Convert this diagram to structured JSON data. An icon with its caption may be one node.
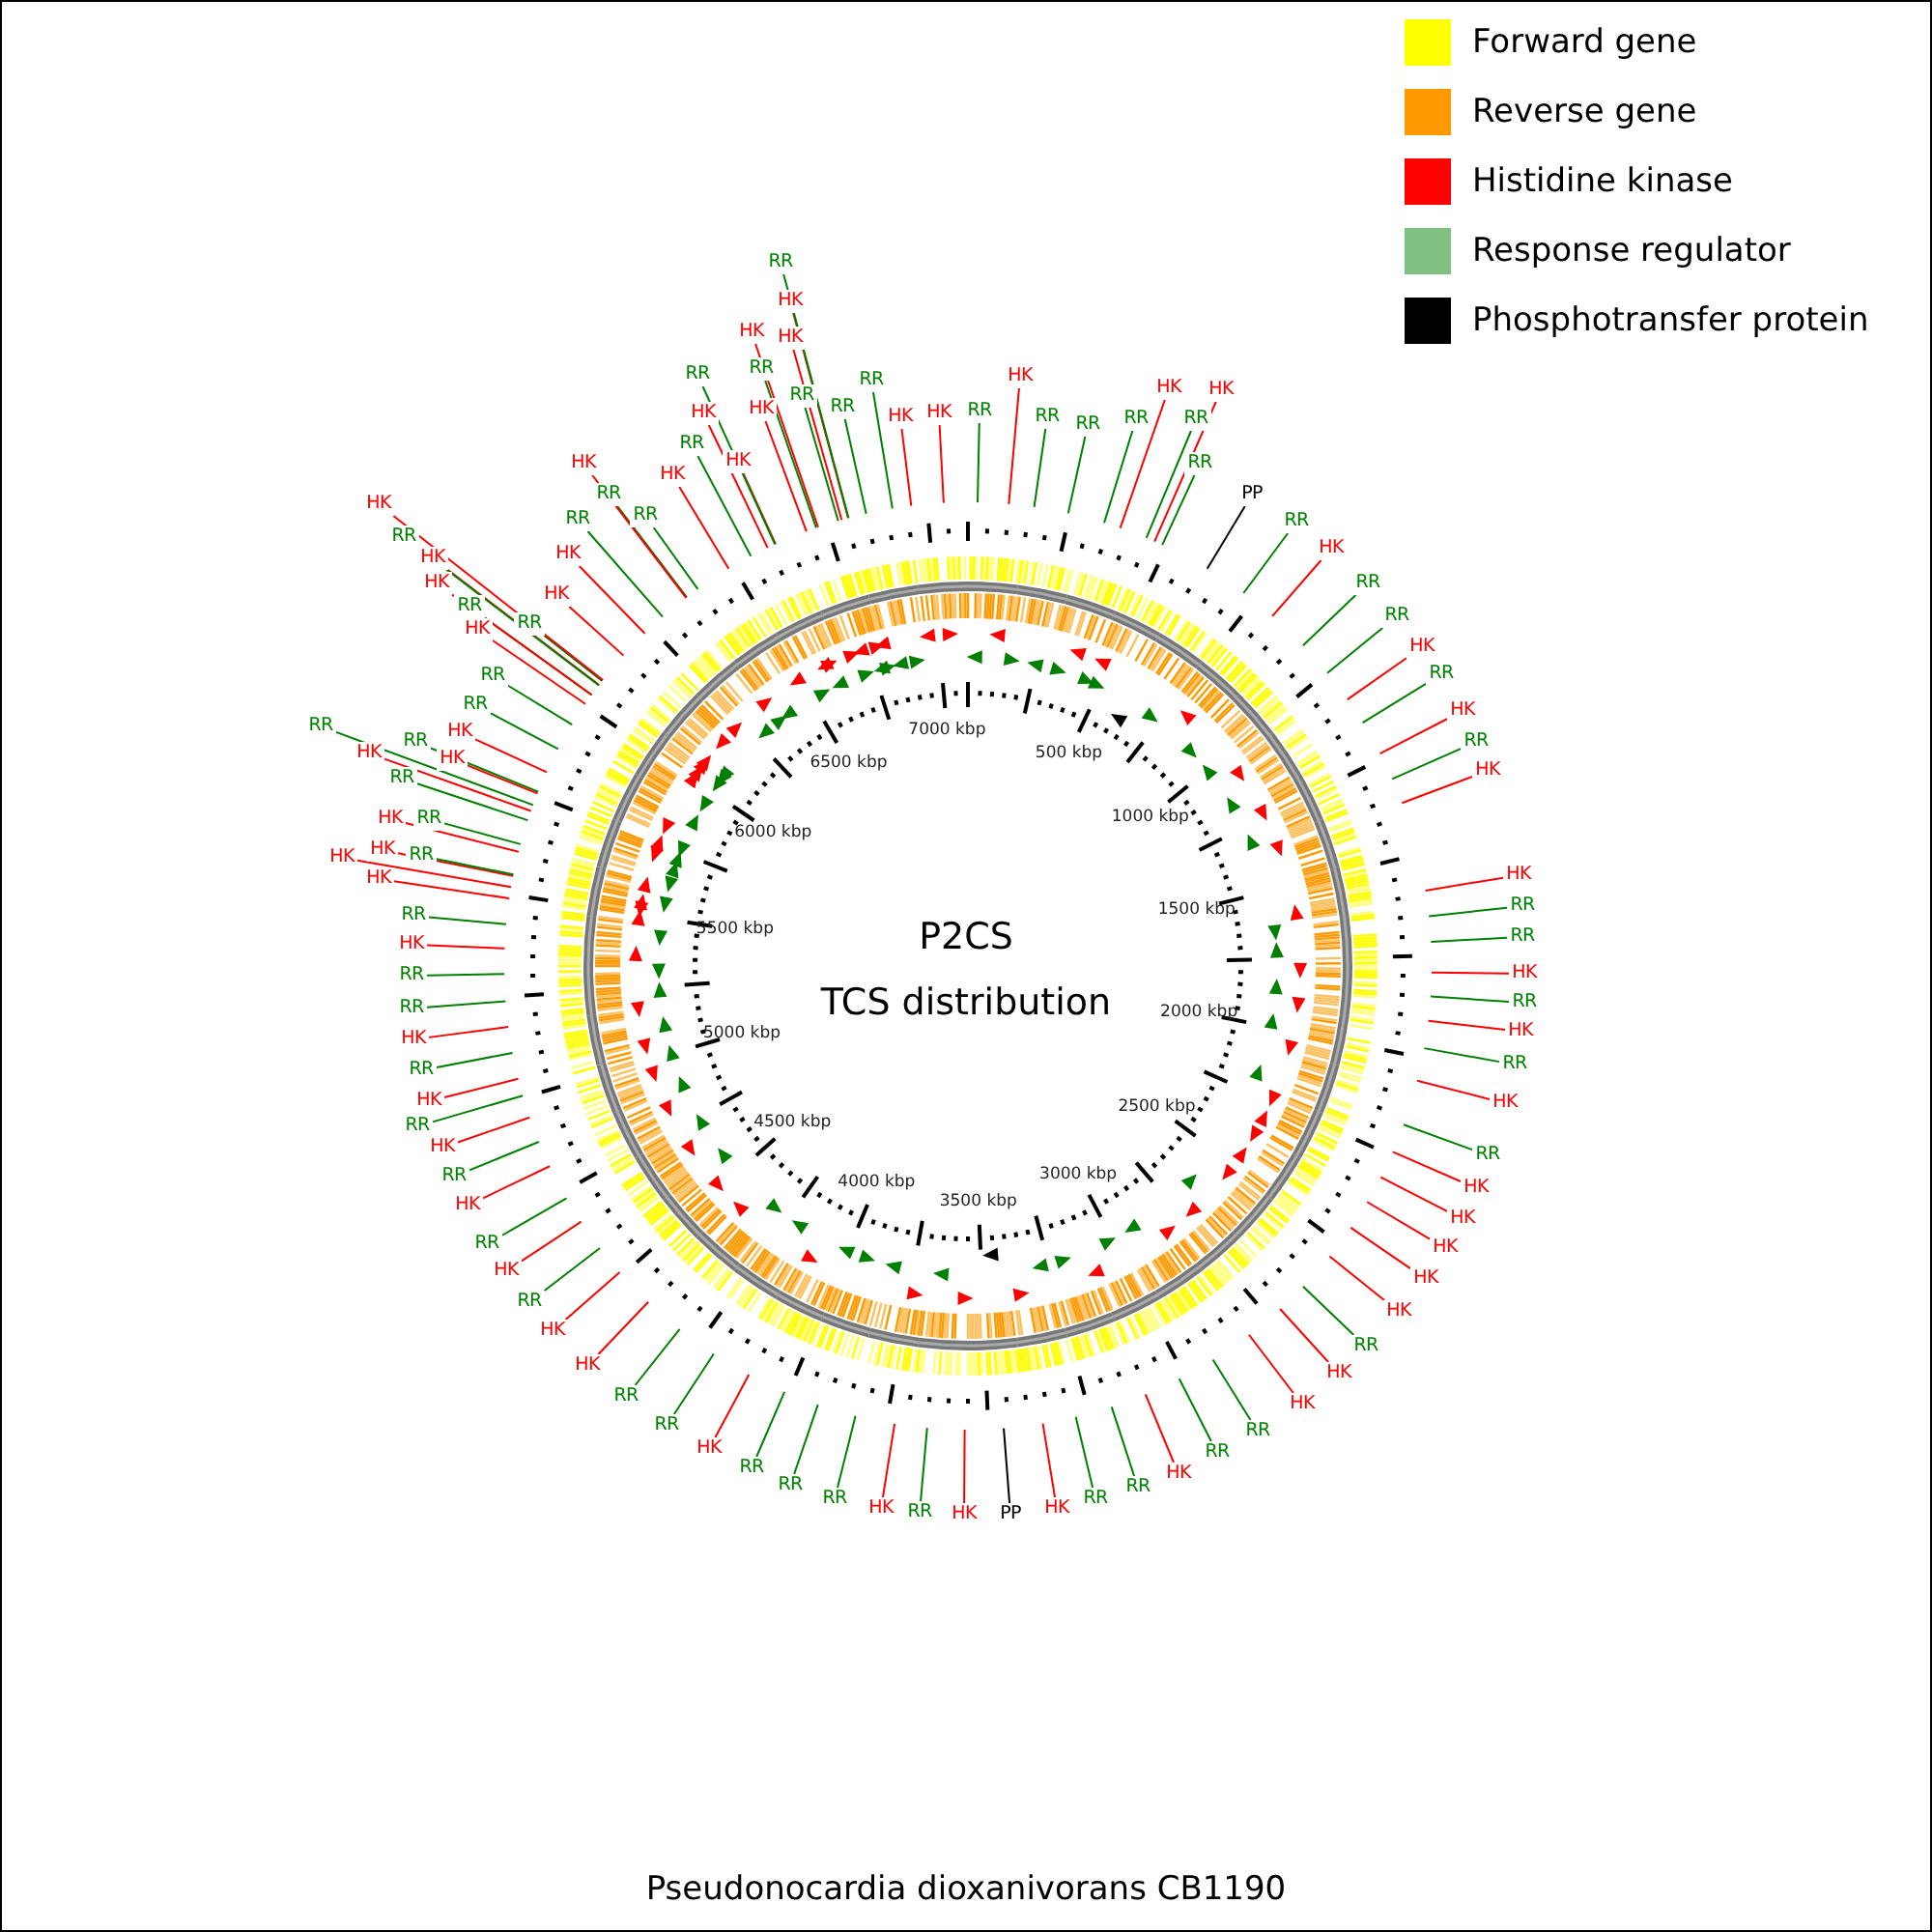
{
  "diagram": {
    "caption": "Pseudonocardia dioxanivorans CB1190",
    "nodes": [
      {
        "text": [
          "HK"
        ]
      },
      {
        "text": [
          "RR"
        ]
      },
      {
        "text": [
          "RR"
        ]
      },
      {
        "text": [
          "RR"
        ]
      },
      {
        "text": [
          "HK"
        ]
      },
      {
        "text": [
          "RR"
        ]
      },
      {
        "text": [
          "HK"
        ]
      },
      {
        "text": [
          "RR"
        ]
      },
      {
        "text": [
          "PP"
        ]
      },
      {
        "text": [
          "RR"
        ]
      },
      {
        "text": [
          "HK"
        ]
      },
      {
        "text": [
          "RR"
        ]
      },
      {
        "text": [
          "RR"
        ]
      },
      {
        "text": [
          "HK"
        ]
      },
      {
        "text": [
          "RR"
        ]
      },
      {
        "text": [
          "HK"
        ]
      },
      {
        "text": [
          "RR"
        ]
      },
      {
        "text": [
          "HK"
        ]
      },
      {
        "text": [
          "HK"
        ]
      },
      {
        "text": [
          "RR"
        ]
      },
      {
        "text": [
          "RR"
        ]
      },
      {
        "text": [
          "HK"
        ]
      },
      {
        "text": [
          "RR"
        ]
      },
      {
        "text": [
          "HK"
        ]
      },
      {
        "text": [
          "RR"
        ]
      },
      {
        "text": [
          "HK"
        ]
      },
      {
        "text": [
          "RR"
        ]
      },
      {
        "text": [
          "HK"
        ]
      },
      {
        "text": [
          "HK"
        ]
      },
      {
        "text": [
          "HK"
        ]
      },
      {
        "text": [
          "HK"
        ]
      },
      {
        "text": [
          "HK"
        ]
      },
      {
        "text": [
          "RR"
        ]
      },
      {
        "text": [
          "HK"
        ]
      },
      {
        "text": [
          "HK"
        ]
      },
      {
        "text": [
          "RR"
        ]
      },
      {
        "text": [
          "RR"
        ]
      },
      {
        "text": [
          "HK"
        ]
      },
      {
        "text": [
          "RR"
        ]
      },
      {
        "text": [
          "RR"
        ]
      },
      {
        "text": [
          "HK"
        ]
      },
      {
        "text": [
          "PP"
        ]
      },
      {
        "text": [
          "HK"
        ]
      },
      {
        "text": [
          "RR"
        ]
      },
      {
        "text": [
          "HK"
        ]
      },
      {
        "text": [
          "RR"
        ]
      },
      {
        "text": [
          "RR"
        ]
      },
      {
        "text": [
          "RR"
        ]
      },
      {
        "text": [
          "HK"
        ]
      },
      {
        "text": [
          "RR"
        ]
      },
      {
        "text": [
          "RR"
        ]
      },
      {
        "text": [
          "HK"
        ]
      },
      {
        "text": [
          "HK"
        ]
      },
      {
        "text": [
          "RR"
        ]
      },
      {
        "text": [
          "HK"
        ]
      },
      {
        "text": [
          "RR"
        ]
      },
      {
        "text": [
          "HK"
        ]
      },
      {
        "text": [
          "RR"
        ]
      },
      {
        "text": [
          "HK"
        ]
      },
      {
        "text": [
          "RR"
        ]
      },
      {
        "text": [
          "HK"
        ]
      },
      {
        "text": [
          "RR"
        ]
      },
      {
        "text": [
          "HK"
        ]
      },
      {
        "text": [
          "RR"
        ]
      },
      {
        "text": [
          "RR"
        ]
      },
      {
        "text": [
          "HK"
        ]
      },
      {
        "text": [
          "RR"
        ]
      },
      {
        "text": [
          "HK"
        ]
      },
      {
        "text": [
          "HK"
        ]
      },
      {
        "text": [
          "HK"
        ]
      },
      {
        "text": [
          "RR"
        ]
      },
      {
        "text": [
          "HK"
        ]
      },
      {
        "text": [
          "RR"
        ]
      },
      {
        "text": [
          "RR"
        ]
      },
      {
        "text": [
          "HK"
        ]
      },
      {
        "text": [
          "RR"
        ]
      },
      {
        "text": [
          "RR"
        ]
      },
      {
        "text": [
          "HK"
        ]
      },
      {
        "text": [
          "HK"
        ]
      },
      {
        "text": [
          "RR"
        ]
      },
      {
        "text": [
          "RR"
        ]
      },
      {
        "text": [
          "HK"
        ]
      },
      {
        "text": [
          "RR"
        ]
      },
      {
        "text": [
          "HK"
        ]
      },
      {
        "text": [
          "RR"
        ]
      },
      {
        "text": [
          "HK"
        ]
      },
      {
        "text": [
          "RR"
        ]
      },
      {
        "text": [
          "HK"
        ]
      },
      {
        "text": [
          "HK"
        ]
      },
      {
        "text": [
          "HK"
        ]
      },
      {
        "text": [
          "RR"
        ]
      },
      {
        "text": [
          "RR"
        ]
      },
      {
        "text": [
          "RR"
        ]
      },
      {
        "text": [
          "HK"
        ]
      },
      {
        "text": [
          "HK"
        ]
      },
      {
        "text": [
          "RR"
        ]
      },
      {
        "text": [
          "HK"
        ]
      },
      {
        "text": [
          "HK"
        ]
      },
      {
        "text": [
          "RR"
        ]
      },
      {
        "text": [
          "HK"
        ]
      },
      {
        "text": [
          "HK"
        ]
      },
      {
        "text": [
          "RR"
        ]
      },
      {
        "text": [
          "RR"
        ]
      },
      {
        "text": [
          "HK"
        ]
      },
      {
        "text": [
          "HK"
        ]
      },
      {
        "text": [
          "RR"
        ]
      },
      {
        "text": [
          "RR"
        ]
      },
      {
        "text": [
          "RR"
        ]
      },
      {
        "text": [
          "HK"
        ]
      },
      {
        "text": [
          "HK"
        ]
      },
      {
        "text": [
          "RR"
        ]
      }
    ],
    "edges": [
      {
        "from": 0,
        "to": null,
        "arrow": "none",
        "color": "#ff0000"
      },
      {
        "from": 1,
        "to": null,
        "arrow": "none",
        "color": "#008000"
      },
      {
        "from": 2,
        "to": null,
        "arrow": "none",
        "color": "#008000"
      },
      {
        "from": 3,
        "to": null,
        "arrow": "none",
        "color": "#008000"
      },
      {
        "from": 4,
        "to": null,
        "arrow": "none",
        "color": "#ff0000"
      },
      {
        "from": 5,
        "to": null,
        "arrow": "none",
        "color": "#008000"
      },
      {
        "from": 6,
        "to": null,
        "arrow": "none",
        "color": "#ff0000"
      },
      {
        "from": 7,
        "to": null,
        "arrow": "none",
        "color": "#008000"
      },
      {
        "from": 8,
        "to": null,
        "arrow": "none",
        "color": "#000000"
      },
      {
        "from": 9,
        "to": null,
        "arrow": "none",
        "color": "#008000"
      },
      {
        "from": 10,
        "to": null,
        "arrow": "none",
        "color": "#ff0000"
      },
      {
        "from": 11,
        "to": null,
        "arrow": "none",
        "color": "#008000"
      },
      {
        "from": 12,
        "to": null,
        "arrow": "none",
        "color": "#008000"
      },
      {
        "from": 13,
        "to": null,
        "arrow": "none",
        "color": "#ff0000"
      },
      {
        "from": 14,
        "to": null,
        "arrow": "none",
        "color": "#008000"
      },
      {
        "from": 15,
        "to": null,
        "arrow": "none",
        "color": "#ff0000"
      },
      {
        "from": 16,
        "to": null,
        "arrow": "none",
        "color": "#008000"
      },
      {
        "from": 17,
        "to": null,
        "arrow": "none",
        "color": "#ff0000"
      },
      {
        "from": 18,
        "to": null,
        "arrow": "none",
        "color": "#ff0000"
      },
      {
        "from": 19,
        "to": null,
        "arrow": "none",
        "color": "#008000"
      },
      {
        "from": 20,
        "to": null,
        "arrow": "none",
        "color": "#008000"
      },
      {
        "from": 21,
        "to": null,
        "arrow": "none",
        "color": "#ff0000"
      },
      {
        "from": 22,
        "to": null,
        "arrow": "none",
        "color": "#008000"
      },
      {
        "from": 23,
        "to": null,
        "arrow": "none",
        "color": "#ff0000"
      },
      {
        "from": 24,
        "to": null,
        "arrow": "none",
        "color": "#008000"
      },
      {
        "from": 25,
        "to": null,
        "arrow": "none",
        "color": "#ff0000"
      },
      {
        "from": 26,
        "to": null,
        "arrow": "none",
        "color": "#008000"
      },
      {
        "from": 27,
        "to": null,
        "arrow": "none",
        "color": "#ff0000"
      },
      {
        "from": 28,
        "to": null,
        "arrow": "none",
        "color": "#ff0000"
      },
      {
        "from": 29,
        "to": null,
        "arrow": "none",
        "color": "#ff0000"
      },
      {
        "from": 30,
        "to": null,
        "arrow": "none",
        "color": "#ff0000"
      },
      {
        "from": 31,
        "to": null,
        "arrow": "none",
        "color": "#ff0000"
      },
      {
        "from": 32,
        "to": null,
        "arrow": "none",
        "color": "#008000"
      },
      {
        "from": 33,
        "to": null,
        "arrow": "none",
        "color": "#ff0000"
      },
      {
        "from": 34,
        "to": null,
        "arrow": "none",
        "color": "#ff0000"
      },
      {
        "from": 35,
        "to": null,
        "arrow": "none",
        "color": "#008000"
      },
      {
        "from": 36,
        "to": null,
        "arrow": "none",
        "color": "#008000"
      },
      {
        "from": 37,
        "to": null,
        "arrow": "none",
        "color": "#ff0000"
      },
      {
        "from": 38,
        "to": null,
        "arrow": "none",
        "color": "#008000"
      },
      {
        "from": 39,
        "to": null,
        "arrow": "none",
        "color": "#008000"
      },
      {
        "from": 40,
        "to": null,
        "arrow": "none",
        "color": "#ff0000"
      },
      {
        "from": 41,
        "to": null,
        "arrow": "none",
        "color": "#000000"
      },
      {
        "from": 42,
        "to": null,
        "arrow": "none",
        "color": "#ff0000"
      },
      {
        "from": 43,
        "to": null,
        "arrow": "none",
        "color": "#008000"
      },
      {
        "from": 44,
        "to": null,
        "arrow": "none",
        "color": "#ff0000"
      },
      {
        "from": 45,
        "to": null,
        "arrow": "none",
        "color": "#008000"
      },
      {
        "from": 46,
        "to": null,
        "arrow": "none",
        "color": "#008000"
      },
      {
        "from": 47,
        "to": null,
        "arrow": "none",
        "color": "#008000"
      },
      {
        "from": 48,
        "to": null,
        "arrow": "none",
        "color": "#ff0000"
      },
      {
        "from": 49,
        "to": null,
        "arrow": "none",
        "color": "#008000"
      },
      {
        "from": 50,
        "to": null,
        "arrow": "none",
        "color": "#008000"
      },
      {
        "from": 51,
        "to": null,
        "arrow": "none",
        "color": "#ff0000"
      },
      {
        "from": 52,
        "to": null,
        "arrow": "none",
        "color": "#ff0000"
      },
      {
        "from": 53,
        "to": null,
        "arrow": "none",
        "color": "#008000"
      },
      {
        "from": 54,
        "to": null,
        "arrow": "none",
        "color": "#ff0000"
      },
      {
        "from": 55,
        "to": null,
        "arrow": "none",
        "color": "#008000"
      },
      {
        "from": 56,
        "to": null,
        "arrow": "none",
        "color": "#ff0000"
      },
      {
        "from": 57,
        "to": null,
        "arrow": "none",
        "color": "#008000"
      },
      {
        "from": 58,
        "to": null,
        "arrow": "none",
        "color": "#ff0000"
      },
      {
        "from": 59,
        "to": null,
        "arrow": "none",
        "color": "#008000"
      },
      {
        "from": 60,
        "to": null,
        "arrow": "none",
        "color": "#ff0000"
      },
      {
        "from": 61,
        "to": null,
        "arrow": "none",
        "color": "#008000"
      },
      {
        "from": 62,
        "to": null,
        "arrow": "none",
        "color": "#ff0000"
      },
      {
        "from": 63,
        "to": null,
        "arrow": "none",
        "color": "#008000"
      },
      {
        "from": 64,
        "to": null,
        "arrow": "none",
        "color": "#008000"
      },
      {
        "from": 65,
        "to": null,
        "arrow": "none",
        "color": "#ff0000"
      },
      {
        "from": 66,
        "to": null,
        "arrow": "none",
        "color": "#008000"
      },
      {
        "from": 67,
        "to": null,
        "arrow": "none",
        "color": "#ff0000"
      },
      {
        "from": 68,
        "to": null,
        "arrow": "none",
        "color": "#ff0000"
      },
      {
        "from": 69,
        "to": null,
        "arrow": "none",
        "color": "#ff0000"
      },
      {
        "from": 70,
        "to": null,
        "arrow": "none",
        "color": "#008000"
      },
      {
        "from": 71,
        "to": null,
        "arrow": "none",
        "color": "#ff0000"
      },
      {
        "from": 72,
        "to": null,
        "arrow": "none",
        "color": "#008000"
      },
      {
        "from": 73,
        "to": null,
        "arrow": "none",
        "color": "#008000"
      },
      {
        "from": 74,
        "to": null,
        "arrow": "none",
        "color": "#ff0000"
      },
      {
        "from": 75,
        "to": null,
        "arrow": "none",
        "color": "#008000"
      },
      {
        "from": 76,
        "to": null,
        "arrow": "none",
        "color": "#008000"
      },
      {
        "from": 77,
        "to": null,
        "arrow": "none",
        "color": "#ff0000"
      },
      {
        "from": 78,
        "to": null,
        "arrow": "none",
        "color": "#ff0000"
      },
      {
        "from": 79,
        "to": null,
        "arrow": "none",
        "color": "#008000"
      },
      {
        "from": 80,
        "to": null,
        "arrow": "none",
        "color": "#008000"
      },
      {
        "from": 81,
        "to": null,
        "arrow": "none",
        "color": "#ff0000"
      },
      {
        "from": 82,
        "to": null,
        "arrow": "none",
        "color": "#008000"
      },
      {
        "from": 83,
        "to": null,
        "arrow": "none",
        "color": "#ff0000"
      },
      {
        "from": 84,
        "to": null,
        "arrow": "none",
        "color": "#008000"
      },
      {
        "from": 85,
        "to": null,
        "arrow": "none",
        "color": "#ff0000"
      },
      {
        "from": 86,
        "to": null,
        "arrow": "none",
        "color": "#008000"
      },
      {
        "from": 87,
        "to": null,
        "arrow": "none",
        "color": "#ff0000"
      },
      {
        "from": 88,
        "to": null,
        "arrow": "none",
        "color": "#ff0000"
      },
      {
        "from": 89,
        "to": null,
        "arrow": "none",
        "color": "#ff0000"
      },
      {
        "from": 90,
        "to": null,
        "arrow": "none",
        "color": "#008000"
      },
      {
        "from": 91,
        "to": null,
        "arrow": "none",
        "color": "#008000"
      },
      {
        "from": 92,
        "to": null,
        "arrow": "none",
        "color": "#008000"
      },
      {
        "from": 93,
        "to": null,
        "arrow": "none",
        "color": "#ff0000"
      },
      {
        "from": 94,
        "to": null,
        "arrow": "none",
        "color": "#ff0000"
      },
      {
        "from": 95,
        "to": null,
        "arrow": "none",
        "color": "#008000"
      },
      {
        "from": 96,
        "to": null,
        "arrow": "none",
        "color": "#ff0000"
      },
      {
        "from": 97,
        "to": null,
        "arrow": "none",
        "color": "#ff0000"
      },
      {
        "from": 98,
        "to": null,
        "arrow": "none",
        "color": "#008000"
      },
      {
        "from": 99,
        "to": null,
        "arrow": "none",
        "color": "#ff0000"
      },
      {
        "from": 100,
        "to": null,
        "arrow": "none",
        "color": "#ff0000"
      },
      {
        "from": 101,
        "to": null,
        "arrow": "none",
        "color": "#008000"
      },
      {
        "from": 102,
        "to": null,
        "arrow": "none",
        "color": "#008000"
      },
      {
        "from": 103,
        "to": null,
        "arrow": "none",
        "color": "#ff0000"
      },
      {
        "from": 104,
        "to": null,
        "arrow": "none",
        "color": "#ff0000"
      },
      {
        "from": 105,
        "to": null,
        "arrow": "none",
        "color": "#008000"
      },
      {
        "from": 106,
        "to": null,
        "arrow": "none",
        "color": "#008000"
      },
      {
        "from": 107,
        "to": null,
        "arrow": "none",
        "color": "#008000"
      },
      {
        "from": 108,
        "to": null,
        "arrow": "none",
        "color": "#ff0000"
      },
      {
        "from": 109,
        "to": null,
        "arrow": "none",
        "color": "#ff0000"
      },
      {
        "from": 110,
        "to": null,
        "arrow": "none",
        "color": "#008000"
      }
    ],
    "labels": [
      "P2CS",
      "TCS distribution",
      "500 kbp",
      "1000 kbp",
      "1500 kbp",
      "2000 kbp",
      "2500 kbp",
      "3000 kbp",
      "3500 kbp",
      "4000 kbp",
      "4500 kbp",
      "5000 kbp",
      "5500 kbp",
      "6000 kbp",
      "6500 kbp",
      "7000 kbp"
    ],
    "legend": [
      {
        "text": "Forward gene",
        "color": "#ffff00"
      },
      {
        "text": "Reverse gene",
        "color": "#ff9900"
      },
      {
        "text": "Histidine kinase",
        "color": "#ff0000"
      },
      {
        "text": "Response regulator",
        "color": "#80c080"
      },
      {
        "text": "Phosphotransfer protein",
        "color": "#000000"
      }
    ]
  }
}
